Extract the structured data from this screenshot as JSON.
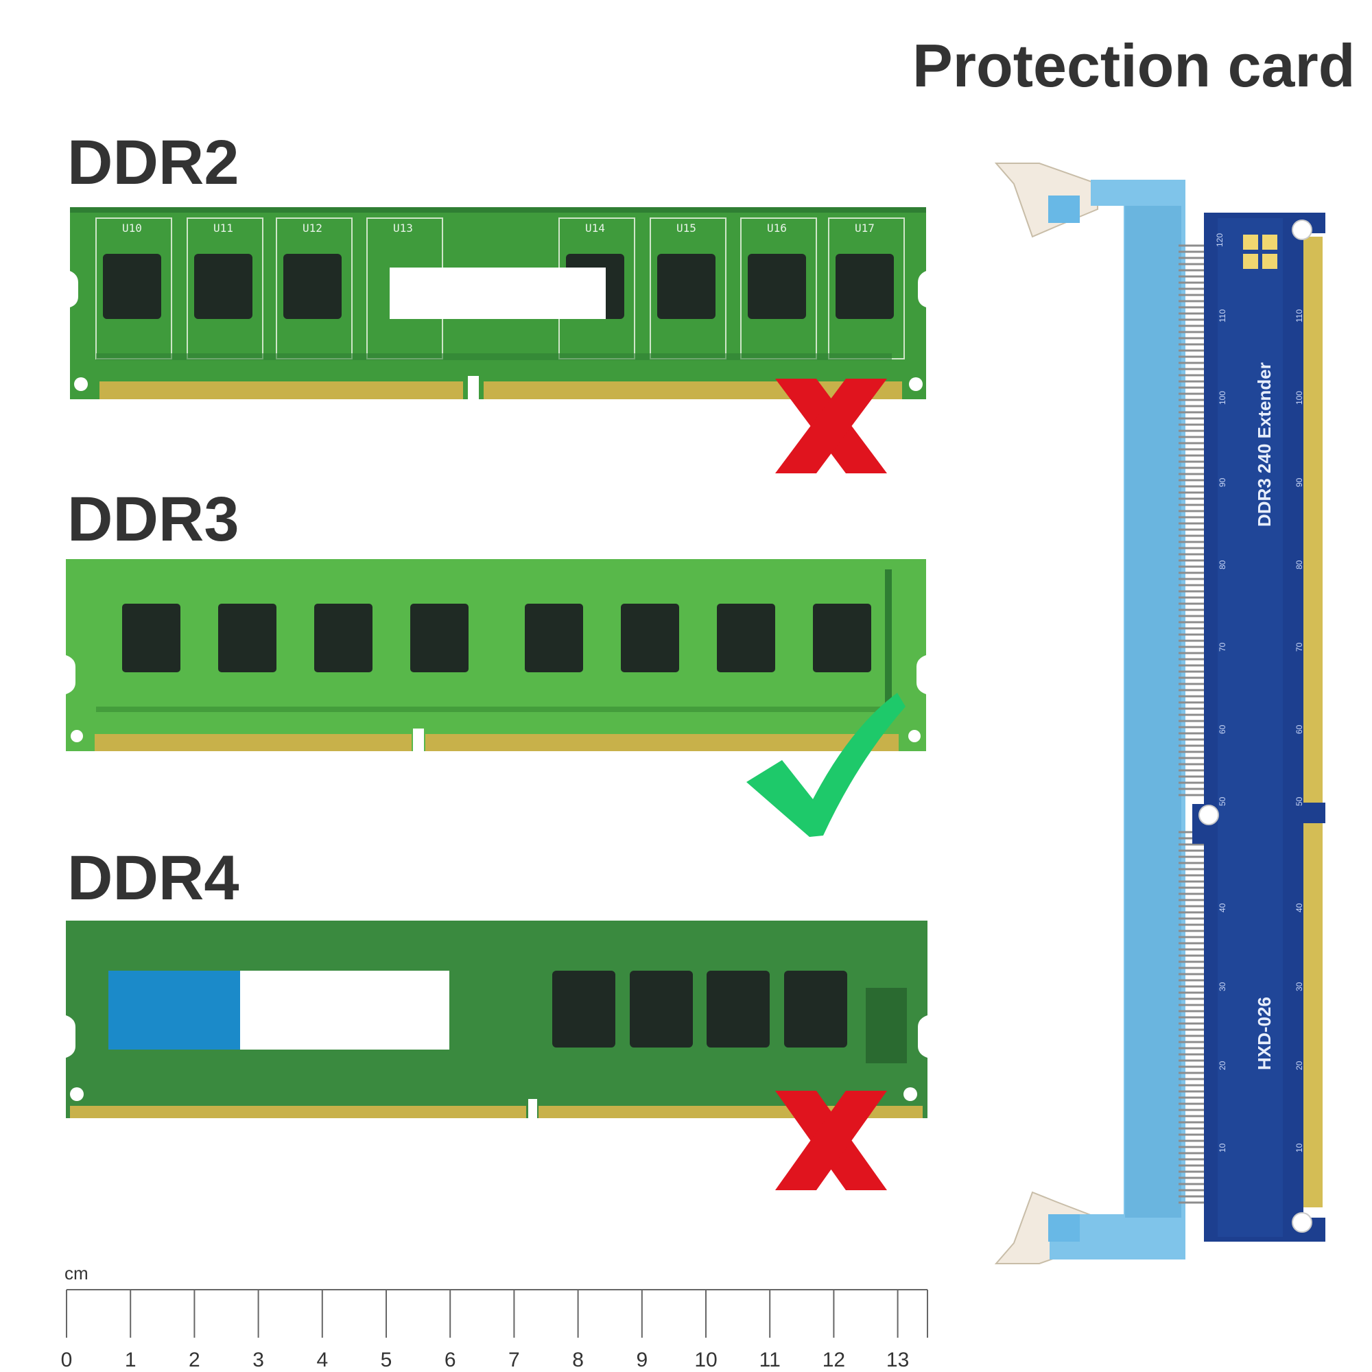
{
  "title": "Protection card",
  "modules": [
    {
      "label": "DDR2",
      "status": "incompatible",
      "mark_icon": "red-x-icon",
      "chips": [
        "U10",
        "U11",
        "U12",
        "U13",
        "U14",
        "U15",
        "U16",
        "U17"
      ]
    },
    {
      "label": "DDR3",
      "status": "compatible",
      "mark_icon": "green-check-icon"
    },
    {
      "label": "DDR4",
      "status": "incompatible",
      "mark_icon": "red-x-icon"
    }
  ],
  "extender": {
    "model_text": "DDR3 240 Extender",
    "part_text": "HXD-026",
    "pin_top": "120",
    "pin_numbers": [
      "110",
      "100",
      "90",
      "80",
      "70",
      "60",
      "50",
      "40",
      "30",
      "20",
      "10"
    ]
  },
  "ruler": {
    "unit": "cm",
    "ticks": [
      "0",
      "1",
      "2",
      "3",
      "4",
      "5",
      "6",
      "7",
      "8",
      "9",
      "10",
      "11",
      "12",
      "13"
    ]
  },
  "colors": {
    "pcb_green": "#3f9b3c",
    "pcb_green_light": "#58b84a",
    "pcb_green_dark": "#3a8a3f",
    "chip": "#1f2a24",
    "gold_contacts": "#c8b14a",
    "slot_blue": "#7fc4ea",
    "extender_blue": "#1d3f8f",
    "cross_red": "#e0141e",
    "check_green": "#1ec96a"
  }
}
